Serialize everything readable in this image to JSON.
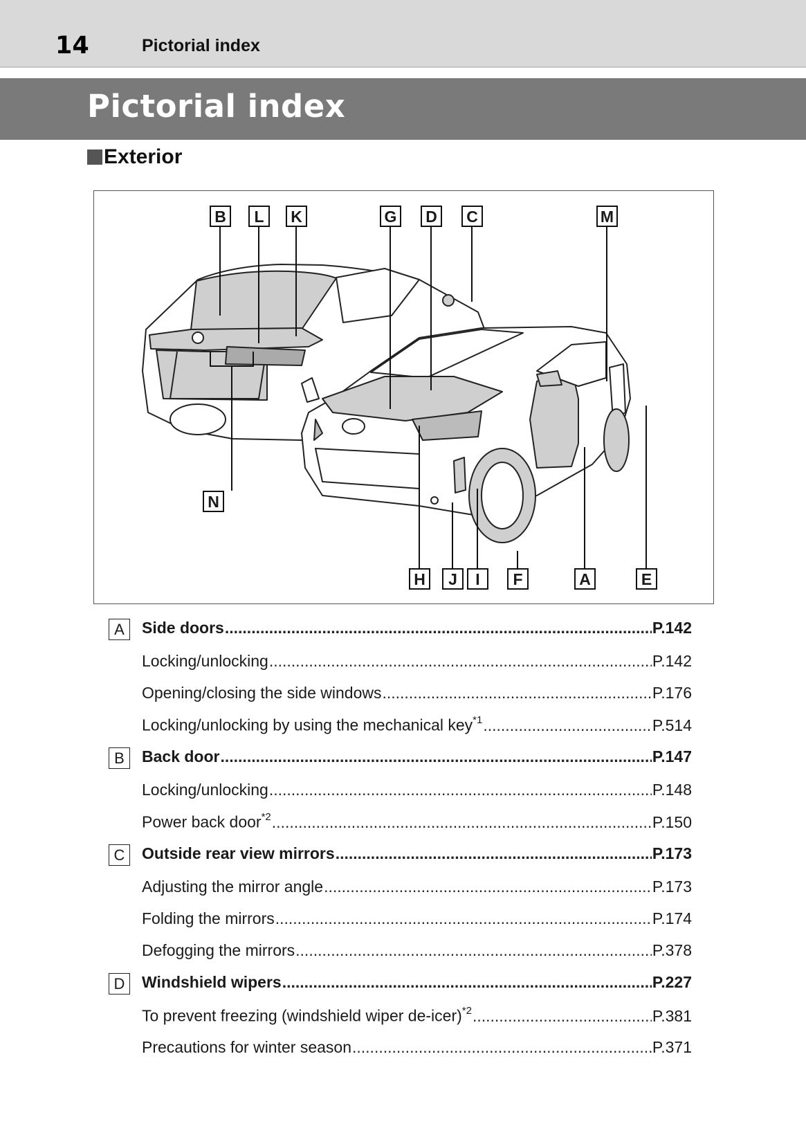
{
  "header": {
    "page_number": "14",
    "running_title": "Pictorial index"
  },
  "title": "Pictorial index",
  "section": {
    "title": "Exterior"
  },
  "figure": {
    "callouts_top": [
      "B",
      "L",
      "K",
      "G",
      "D",
      "C",
      "M"
    ],
    "callouts_left": [
      "N"
    ],
    "callouts_bottom": [
      "H",
      "J",
      "I",
      "F",
      "A",
      "E"
    ]
  },
  "entries": [
    {
      "letter": "A",
      "label": "Side doors",
      "sup": "",
      "page": "P.142",
      "main": true
    },
    {
      "letter": "",
      "label": "Locking/unlocking",
      "sup": "",
      "page": "P.142",
      "main": false
    },
    {
      "letter": "",
      "label": "Opening/closing the side windows",
      "sup": "",
      "page": "P.176",
      "main": false
    },
    {
      "letter": "",
      "label": "Locking/unlocking by using the mechanical key",
      "sup": "*1",
      "page": "P.514",
      "main": false
    },
    {
      "letter": "B",
      "label": "Back door",
      "sup": "",
      "page": "P.147",
      "main": true
    },
    {
      "letter": "",
      "label": "Locking/unlocking",
      "sup": "",
      "page": "P.148",
      "main": false
    },
    {
      "letter": "",
      "label": "Power back door",
      "sup": "*2",
      "page": "P.150",
      "main": false
    },
    {
      "letter": "C",
      "label": "Outside rear view mirrors",
      "sup": "",
      "page": "P.173",
      "main": true
    },
    {
      "letter": "",
      "label": "Adjusting the mirror angle",
      "sup": "",
      "page": "P.173",
      "main": false
    },
    {
      "letter": "",
      "label": "Folding the mirrors",
      "sup": "",
      "page": "P.174",
      "main": false
    },
    {
      "letter": "",
      "label": "Defogging the mirrors",
      "sup": "",
      "page": "P.378",
      "main": false
    },
    {
      "letter": "D",
      "label": "Windshield wipers",
      "sup": "",
      "page": "P.227",
      "main": true
    },
    {
      "letter": "",
      "label": "To prevent freezing (windshield wiper de-icer)",
      "sup": "*2",
      "page": "P.381",
      "main": false
    },
    {
      "letter": "",
      "label": "Precautions for winter season",
      "sup": "",
      "page": "P.371",
      "main": false
    }
  ]
}
